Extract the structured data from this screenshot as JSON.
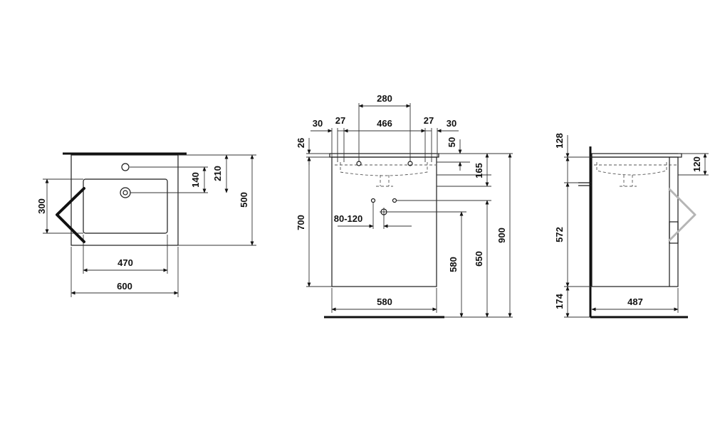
{
  "views": {
    "top": {
      "dim_300": "300",
      "dim_140": "140",
      "dim_210": "210",
      "dim_500": "500",
      "dim_470": "470",
      "dim_600": "600"
    },
    "front": {
      "dim_280": "280",
      "dim_30_left": "30",
      "dim_27_left": "27",
      "dim_466": "466",
      "dim_27_right": "27",
      "dim_30_right": "30",
      "dim_26": "26",
      "dim_50": "50",
      "dim_165": "165",
      "dim_700": "700",
      "dim_80_120": "80-120",
      "dim_580_height": "580",
      "dim_650": "650",
      "dim_900": "900",
      "dim_580_width": "580"
    },
    "side": {
      "dim_128": "128",
      "dim_120": "120",
      "dim_572": "572",
      "dim_174": "174",
      "dim_487": "487"
    }
  },
  "navigation": {
    "prev_icon": "chevron-left-icon",
    "next_icon": "chevron-right-icon"
  }
}
